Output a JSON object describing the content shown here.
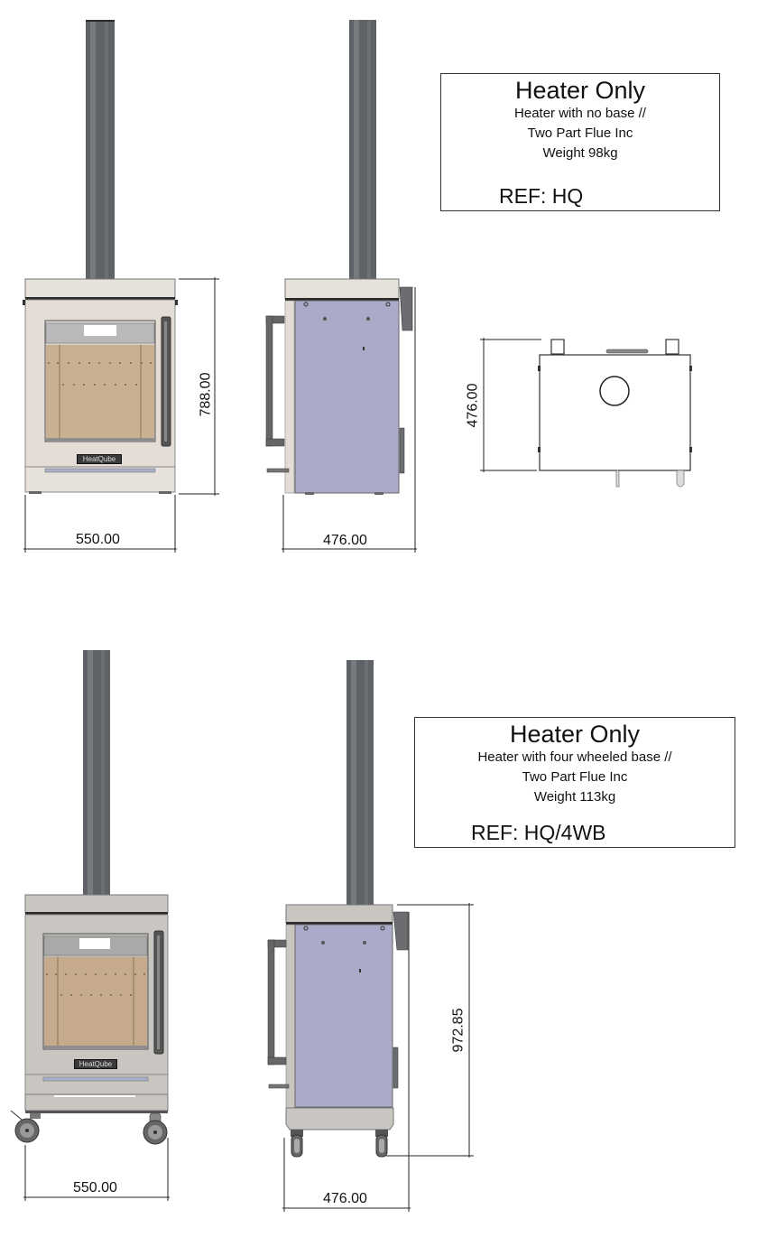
{
  "sheet": {
    "configurations": [
      {
        "id": "no-base",
        "info": {
          "title": "Heater Only",
          "description": "Heater with no base //",
          "flue": "Two Part Flue Inc",
          "weight": "Weight 98kg",
          "ref": "REF: HQ"
        },
        "dimensions": {
          "front_width": "550.00",
          "front_height": "788.00",
          "side_depth": "476.00",
          "top_depth": "476.00"
        },
        "badge": "HeatQube"
      },
      {
        "id": "four-wheeled-base",
        "info": {
          "title": "Heater Only",
          "description": "Heater with four wheeled base //",
          "flue": "Two Part Flue Inc",
          "weight": "Weight 113kg",
          "ref": "REF: HQ/4WB"
        },
        "dimensions": {
          "front_width": "550.00",
          "side_depth": "476.00",
          "side_height": "972.85"
        },
        "badge": "HeatQube"
      }
    ],
    "colors": {
      "flue": "#5f6266",
      "body_cream": "#e3ddd6",
      "body_grey": "#c9c6c2",
      "side_panel": "#a9abc9",
      "firebrick": "#c9b091",
      "dim_line": "#222222"
    }
  }
}
